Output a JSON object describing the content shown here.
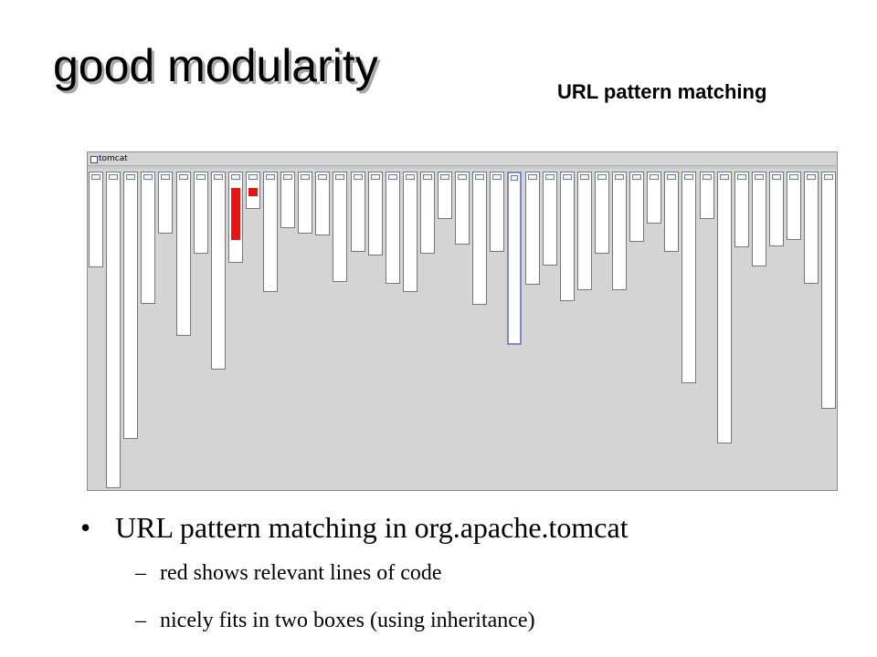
{
  "slide": {
    "title": "good modularity",
    "subtitle": "URL pattern matching"
  },
  "visualization": {
    "package_label": "tomcat",
    "classes_heights": [
      105,
      347,
      293,
      145,
      68,
      180,
      90,
      217,
      100,
      41,
      132,
      62,
      68,
      70,
      121,
      88,
      92,
      123,
      132,
      90,
      52,
      80,
      146,
      88,
      190,
      124,
      103,
      142,
      130,
      90,
      130,
      77,
      57,
      88,
      232,
      52,
      298,
      83,
      104,
      82,
      75,
      123,
      260
    ],
    "highlighted_class_index": 24,
    "red_marks": [
      {
        "class_index": 8,
        "fraction": 0.57
      },
      {
        "class_index": 9,
        "fraction": 0.21
      }
    ],
    "colors": {
      "highlight": "#ee1111",
      "background": "#d4d4d4",
      "selected_border": "#7f86c9"
    }
  },
  "bullets": {
    "main": "URL pattern matching in org.apache.tomcat",
    "bullet_glyph": "•",
    "dash_glyph": "–",
    "sub": [
      "red shows relevant lines of code",
      "nicely fits in two boxes (using inheritance)"
    ]
  }
}
